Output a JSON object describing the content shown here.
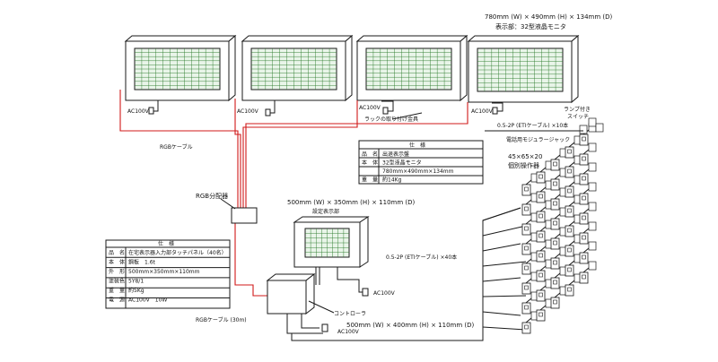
{
  "monitor_size": "780mm (W) × 490mm (H) × 134mm (D)",
  "monitor_label": "表示部：32型液晶モニタ",
  "ac_label": "AC100V",
  "monitor_cable_label": "RGBケーブル",
  "monitor_note": "ラックの取り付け金具",
  "switch_label": "ランプ付き",
  "switch_label2": "スイッチ",
  "eti_cable_top": "0.5-2P (ETIケーブル) ×10本",
  "modular_jack_label": "電話用モジュラージャック",
  "operator_size": "45×65×20",
  "operator_label": "個別操作器",
  "spec_monitor": {
    "title": "仕　様",
    "rows": [
      [
        "品　名",
        "出退表示盤"
      ],
      [
        "本　体",
        "32型液晶モニタ"
      ],
      [
        "",
        "780mm×490mm×134mm"
      ],
      [
        "重　量",
        "約14Kg"
      ]
    ]
  },
  "rgb_distributor": "RGB分配器",
  "setup_size": "500mm (W) × 350mm (H) × 110mm (D)",
  "setup_label": "設定表示部",
  "eti_cable_mid": "0.5-2P (ETIケーブル) ×40本",
  "spec_panel": {
    "title": "仕　様",
    "rows": [
      [
        "品　名",
        "在宅表示器入力部タッチパネル（40名）"
      ],
      [
        "本　体",
        "鋼板　1.6t"
      ],
      [
        "外　形",
        "500mm×350mm×110mm"
      ],
      [
        "塗装色",
        "5Y8/1"
      ],
      [
        "重　量",
        "約5Kg"
      ],
      [
        "電　源",
        "AC100V　10W"
      ]
    ]
  },
  "controller_label": "コントローラ",
  "controller_size": "500mm (W) × 400mm (H) × 110mm (D)",
  "rgb_cable_label": "RGBケーブル (30m)"
}
